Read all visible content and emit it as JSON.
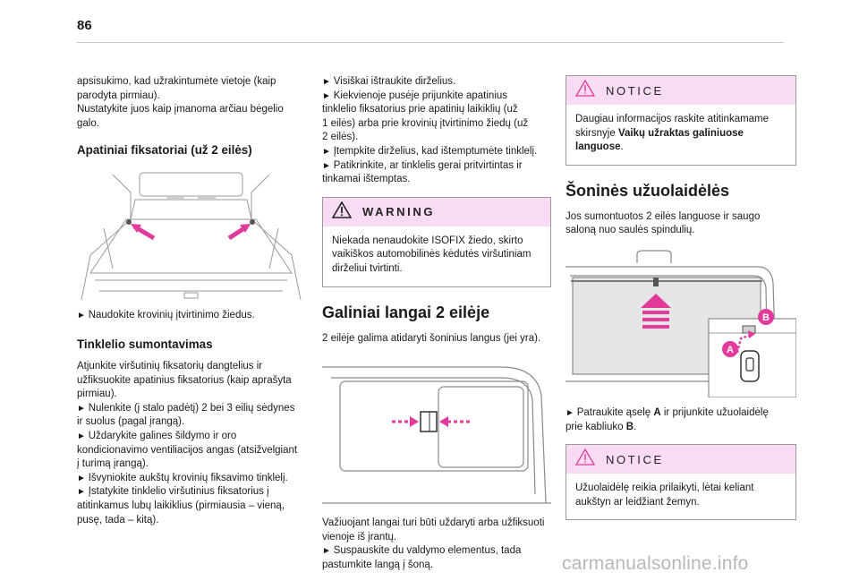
{
  "page": {
    "number": "86"
  },
  "col1": {
    "intro_lines": [
      "apsisukimo, kad užrakintumėte vietoje (kaip",
      "parodyta pirmiau).",
      "Nustatykite juos kaip įmanoma arčiau bėgelio",
      "galo."
    ],
    "heading_lower": "Apatiniai fiksatoriai (už 2 eilės)",
    "bullet_rings": "Naudokite krovinių įtvirtinimo žiedus.",
    "heading_net": "Tinklelio sumontavimas",
    "net_lines": [
      "Atjunkite viršutinių fiksatorių dangtelius ir",
      "užfiksuokite apatinius fiksatorius (kaip aprašyta",
      "pirmiau)."
    ],
    "bullets": [
      [
        "Nulenkite (į stalo padėtį) 2 bei 3 eilių sėdynes",
        "ir suolus (pagal įrangą)."
      ],
      [
        "Uždarykite galines šildymo ir oro",
        "kondicionavimo ventiliacijos angas (atsižvelgiant",
        "į turimą įrangą)."
      ],
      [
        "Išvyniokite aukštų krovinių fiksavimo tinklelį."
      ],
      [
        "Įstatykite tinklelio viršutinius fiksatorius į",
        "atitinkamus lubų laikiklius (pirmiausia – vieną,",
        "pusę, tada – kitą)."
      ]
    ]
  },
  "col2": {
    "bullets": [
      [
        "Visiškai ištraukite dirželius."
      ],
      [
        "Kiekvienoje pusėje prijunkite apatinius",
        "tinklelio fiksatorius prie apatinių laikiklių (už",
        "1 eilės) arba prie krovinių įtvirtinimo žiedų (už",
        "2 eilės)."
      ],
      [
        "Įtempkite dirželius, kad ištemptumėte tinklelį."
      ],
      [
        "Patikrinkite, ar tinklelis gerai pritvirtintas ir",
        "tinkamai ištemptas."
      ]
    ],
    "warning": {
      "label": "WARNING",
      "lines": [
        "Niekada nenaudokite ISOFIX žiedo, skirto",
        "vaikiškos automobilinės kėdutės viršutiniam",
        "dirželiui tvirtinti."
      ]
    },
    "section_title": "Galiniai langai 2 eilėje",
    "section_lines": [
      "2 eilėje galima atidaryti šoninius langus (jei yra)."
    ],
    "after_lines": [
      "Važiuojant langai turi būti uždaryti arba užfiksuoti",
      "vienoje iš įrantų."
    ],
    "after_bullet": [
      "Suspauskite du valdymo elementus, tada",
      "pastumkite langą į šoną."
    ]
  },
  "col3": {
    "notice1": {
      "label": "NOTICE",
      "line1": "Daugiau informacijos raskite atitinkamame",
      "line2_pre": "skirsnyje ",
      "line2_bold": "Vaikų užraktas galiniuose",
      "line3_bold": "languose",
      "line3_post": "."
    },
    "section_title": "Šoninės užuolaidėlės",
    "section_lines": [
      "Jos sumontuotos 2 eilės languose ir saugo",
      "saloną nuo saulės spindulių."
    ],
    "callout_b": "B",
    "callout_a": "A",
    "bullet_l1_pre": "Patraukite ąselę ",
    "bullet_l1_bold": "A",
    "bullet_l1_post": " ir prijunkite užuolaidėlę",
    "bullet_l2_pre": "prie kabliuko ",
    "bullet_l2_bold": "B",
    "bullet_l2_post": ".",
    "notice2": {
      "label": "NOTICE",
      "lines": [
        "Užuolaidėlę reikia prilaikyti, lėtai keliant",
        "aukštyn ar leidžiant žemyn."
      ]
    }
  },
  "watermark": "carmanualsonline.info",
  "colors": {
    "accent_pink": "#e23a9a",
    "box_header": "#f7dcf3",
    "border": "#9a9a9a"
  }
}
